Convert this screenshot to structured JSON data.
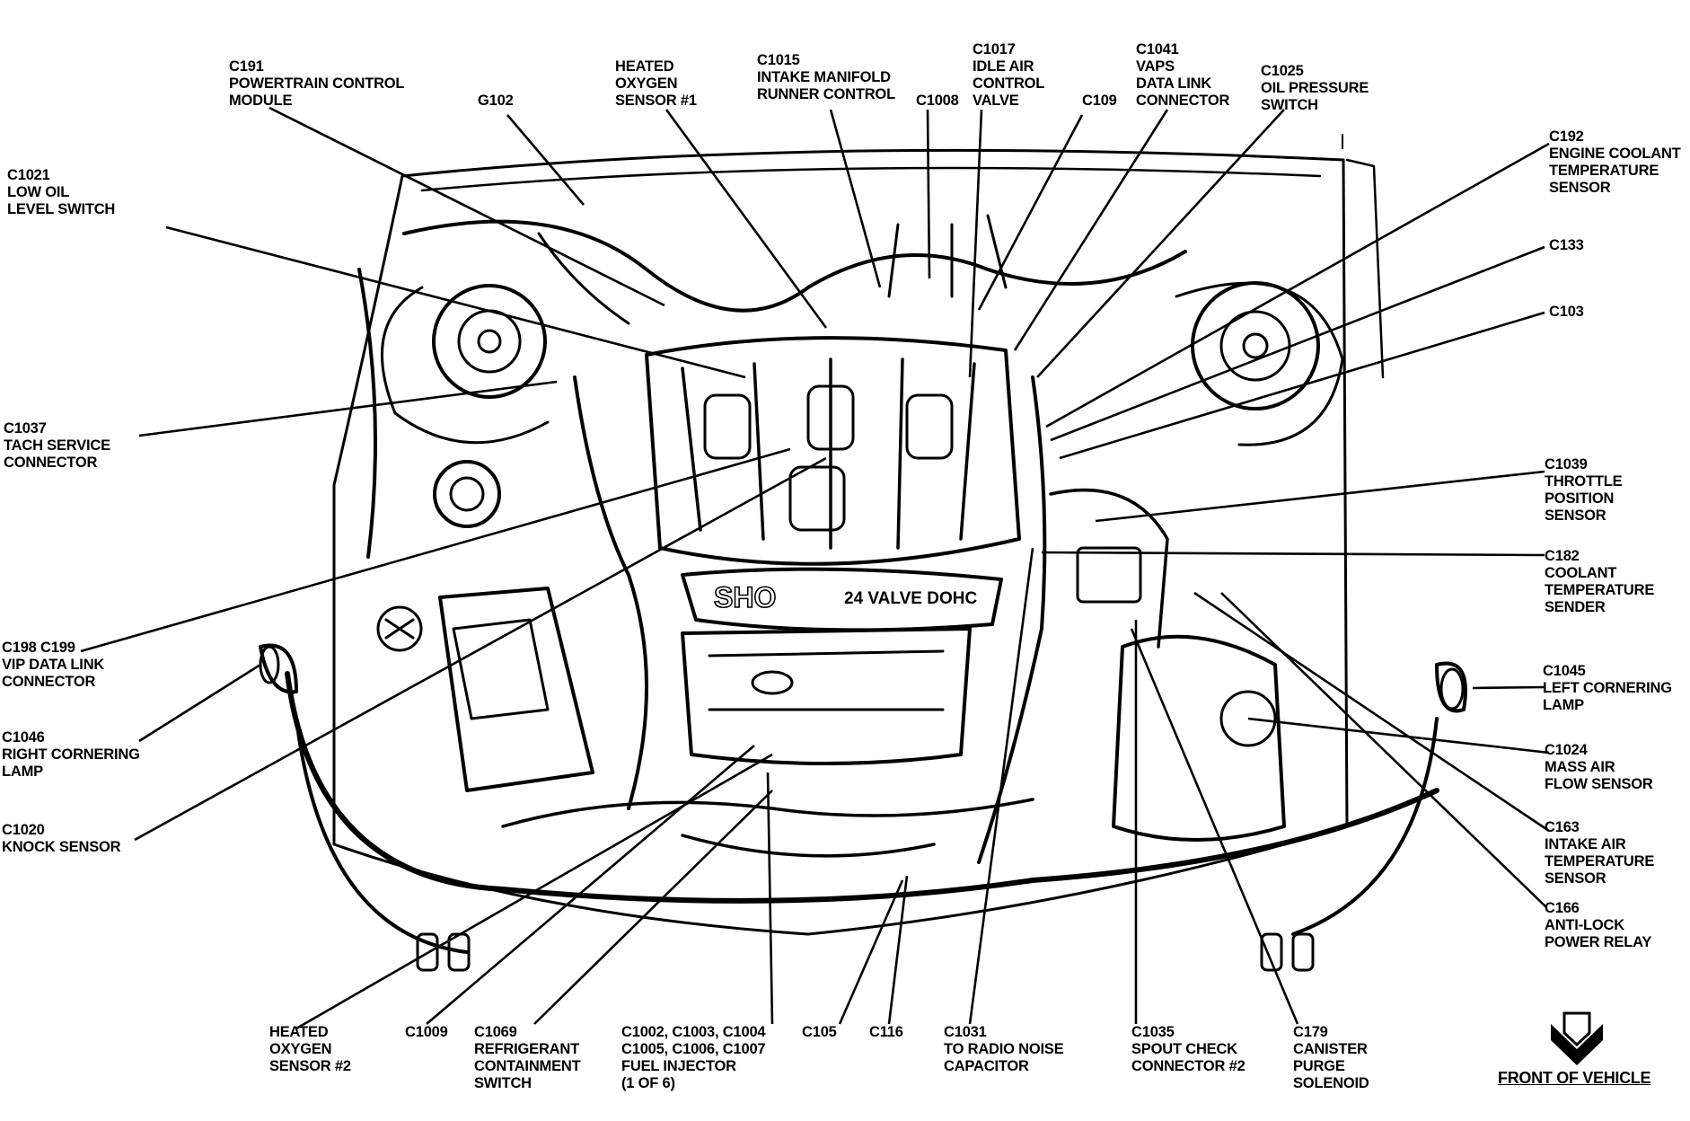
{
  "labels": [
    {
      "id": "c191",
      "lines": [
        "C191",
        "POWERTRAIN CONTROL",
        "MODULE"
      ]
    },
    {
      "id": "g102",
      "lines": [
        "G102"
      ]
    },
    {
      "id": "c1021",
      "lines": [
        "C1021",
        "LOW OIL",
        "LEVEL SWITCH"
      ]
    },
    {
      "id": "heated-o2-1",
      "lines": [
        "HEATED",
        "OXYGEN",
        "SENSOR #1"
      ]
    },
    {
      "id": "c1015",
      "lines": [
        "C1015",
        "INTAKE MANIFOLD",
        "RUNNER CONTROL"
      ]
    },
    {
      "id": "c1008",
      "lines": [
        "C1008"
      ]
    },
    {
      "id": "c1017",
      "lines": [
        "C1017",
        "IDLE AIR",
        "CONTROL",
        "VALVE"
      ]
    },
    {
      "id": "c109",
      "lines": [
        "C109"
      ]
    },
    {
      "id": "c1041",
      "lines": [
        "C1041",
        "VAPS",
        "DATA LINK",
        "CONNECTOR"
      ]
    },
    {
      "id": "c1025",
      "lines": [
        "C1025",
        "OIL PRESSURE",
        "SWITCH"
      ]
    },
    {
      "id": "c192",
      "lines": [
        "C192",
        "ENGINE COOLANT",
        "TEMPERATURE",
        "SENSOR"
      ]
    },
    {
      "id": "c133",
      "lines": [
        "C133"
      ]
    },
    {
      "id": "c103",
      "lines": [
        "C103"
      ]
    },
    {
      "id": "c1037",
      "lines": [
        "C1037",
        "TACH SERVICE",
        "CONNECTOR"
      ]
    },
    {
      "id": "c1039",
      "lines": [
        "C1039",
        "THROTTLE",
        "POSITION",
        "SENSOR"
      ]
    },
    {
      "id": "c182",
      "lines": [
        "C182",
        "COOLANT",
        "TEMPERATURE",
        "SENDER"
      ]
    },
    {
      "id": "c198",
      "lines": [
        "C198 C199",
        "VIP DATA LINK",
        "CONNECTOR"
      ]
    },
    {
      "id": "c1045",
      "lines": [
        "C1045",
        "LEFT CORNERING",
        "LAMP"
      ]
    },
    {
      "id": "c1046",
      "lines": [
        "C1046",
        "RIGHT CORNERING",
        "LAMP"
      ]
    },
    {
      "id": "c1024",
      "lines": [
        "C1024",
        "MASS AIR",
        "FLOW SENSOR"
      ]
    },
    {
      "id": "c1020",
      "lines": [
        "C1020",
        "KNOCK SENSOR"
      ]
    },
    {
      "id": "c163",
      "lines": [
        "C163",
        "INTAKE AIR",
        "TEMPERATURE",
        "SENSOR"
      ]
    },
    {
      "id": "c166",
      "lines": [
        "C166",
        "ANTI-LOCK",
        "POWER RELAY"
      ]
    },
    {
      "id": "heated-o2-2",
      "lines": [
        "HEATED",
        "OXYGEN",
        "SENSOR #2"
      ]
    },
    {
      "id": "c1009",
      "lines": [
        "C1009"
      ]
    },
    {
      "id": "c1069",
      "lines": [
        "C1069",
        "REFRIGERANT",
        "CONTAINMENT",
        "SWITCH"
      ]
    },
    {
      "id": "c1002",
      "lines": [
        "C1002, C1003, C1004",
        "C1005, C1006, C1007",
        "FUEL INJECTOR",
        "(1 OF 6)"
      ]
    },
    {
      "id": "c105",
      "lines": [
        "C105"
      ]
    },
    {
      "id": "c116",
      "lines": [
        "C116"
      ]
    },
    {
      "id": "c1031",
      "lines": [
        "C1031",
        "TO RADIO NOISE",
        "CAPACITOR"
      ]
    },
    {
      "id": "c1035",
      "lines": [
        "C1035",
        "SPOUT CHECK",
        "CONNECTOR #2"
      ]
    },
    {
      "id": "c179",
      "lines": [
        "C179",
        "CANISTER",
        "PURGE",
        "SOLENOID"
      ]
    }
  ],
  "engine_cover": {
    "brand": "SHO",
    "text": "24 VALVE DOHC"
  },
  "front_of_vehicle": "FRONT OF VEHICLE"
}
